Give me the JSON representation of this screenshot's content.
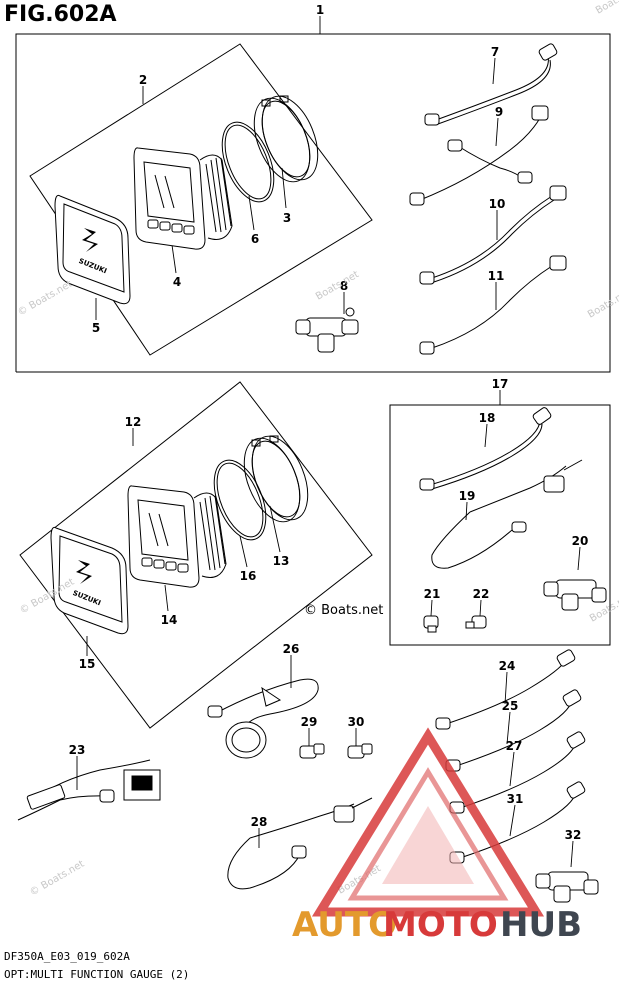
{
  "figure": {
    "title": "FIG.602A",
    "model_code": "DF350A_E03_019_602A",
    "caption": "OPT:MULTI FUNCTION GAUGE (2)"
  },
  "callouts": {
    "c1": "1",
    "c2": "2",
    "c3": "3",
    "c4": "4",
    "c5": "5",
    "c6": "6",
    "c7": "7",
    "c8": "8",
    "c9": "9",
    "c10": "10",
    "c11": "11",
    "c12": "12",
    "c13": "13",
    "c14": "14",
    "c15": "15",
    "c16": "16",
    "c17": "17",
    "c18": "18",
    "c19": "19",
    "c20": "20",
    "c21": "21",
    "c22": "22",
    "c23": "23",
    "c24": "24",
    "c25": "25",
    "c26": "26",
    "c27": "27",
    "c28": "28",
    "c29": "29",
    "c30": "30",
    "c31": "31",
    "c32": "32"
  },
  "parts": {
    "gauge_brand": "SUZUKI"
  },
  "watermarks": {
    "copyright": "© Boats.net",
    "site": "Boats.net",
    "brand_auto": "AUTO",
    "brand_moto": "MOTO",
    "brand_hub": "HUB"
  },
  "colors": {
    "line": "#000000",
    "watermark_red": "#d73a3a",
    "watermark_red_light": "#f2b3b3",
    "watermark_gray": "#3f4650",
    "watermark_orange": "#e39a2d"
  }
}
